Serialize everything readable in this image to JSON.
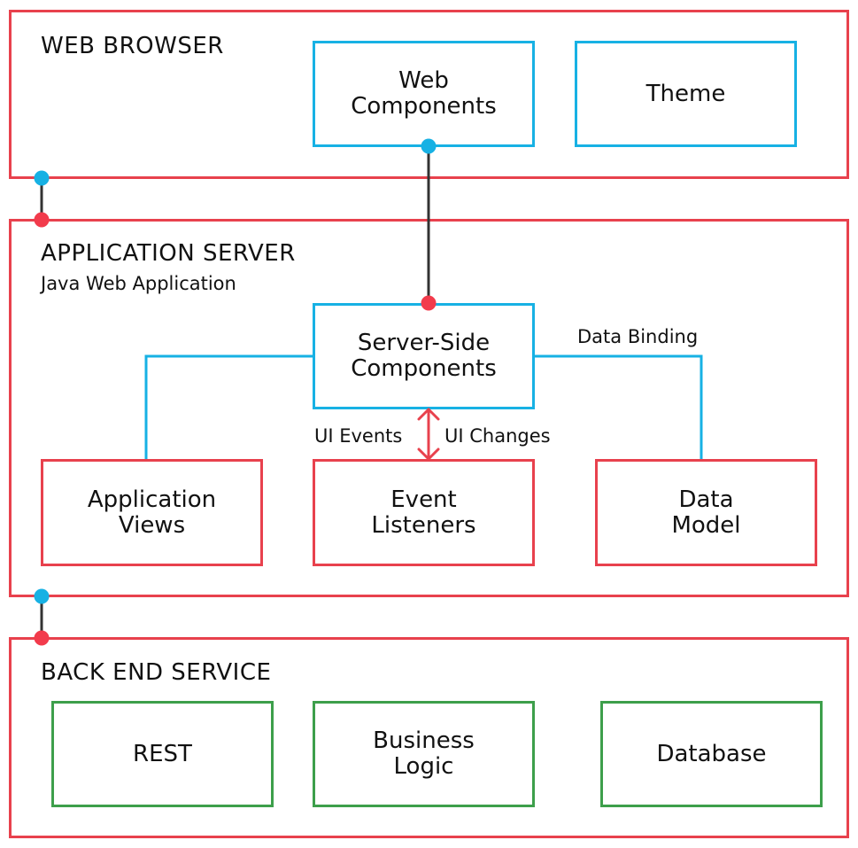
{
  "layers": {
    "web_browser": {
      "title": "WEB BROWSER",
      "boxes": {
        "web_components": "Web\nComponents",
        "theme": "Theme"
      }
    },
    "application_server": {
      "title": "APPLICATION SERVER",
      "subtitle": "Java Web Application",
      "boxes": {
        "server_side_components": "Server-Side\nComponents",
        "application_views": "Application\nViews",
        "event_listeners": "Event\nListeners",
        "data_model": "Data\nModel"
      }
    },
    "back_end_service": {
      "title": "BACK END SERVICE",
      "boxes": {
        "rest": "REST",
        "business_logic": "Business\nLogic",
        "database": "Database"
      }
    }
  },
  "connection_labels": {
    "data_binding": "Data Binding",
    "ui_events": "UI Events",
    "ui_changes": "UI Changes"
  },
  "colors": {
    "layer_border": "#e8414d",
    "client_component": "#17b1e4",
    "server_component": "#e8414d",
    "backend_component": "#3d9f4b",
    "connector": "#333333",
    "connector_dot_top": "#17b1e4",
    "connector_dot_bottom": "#f23b4c"
  }
}
